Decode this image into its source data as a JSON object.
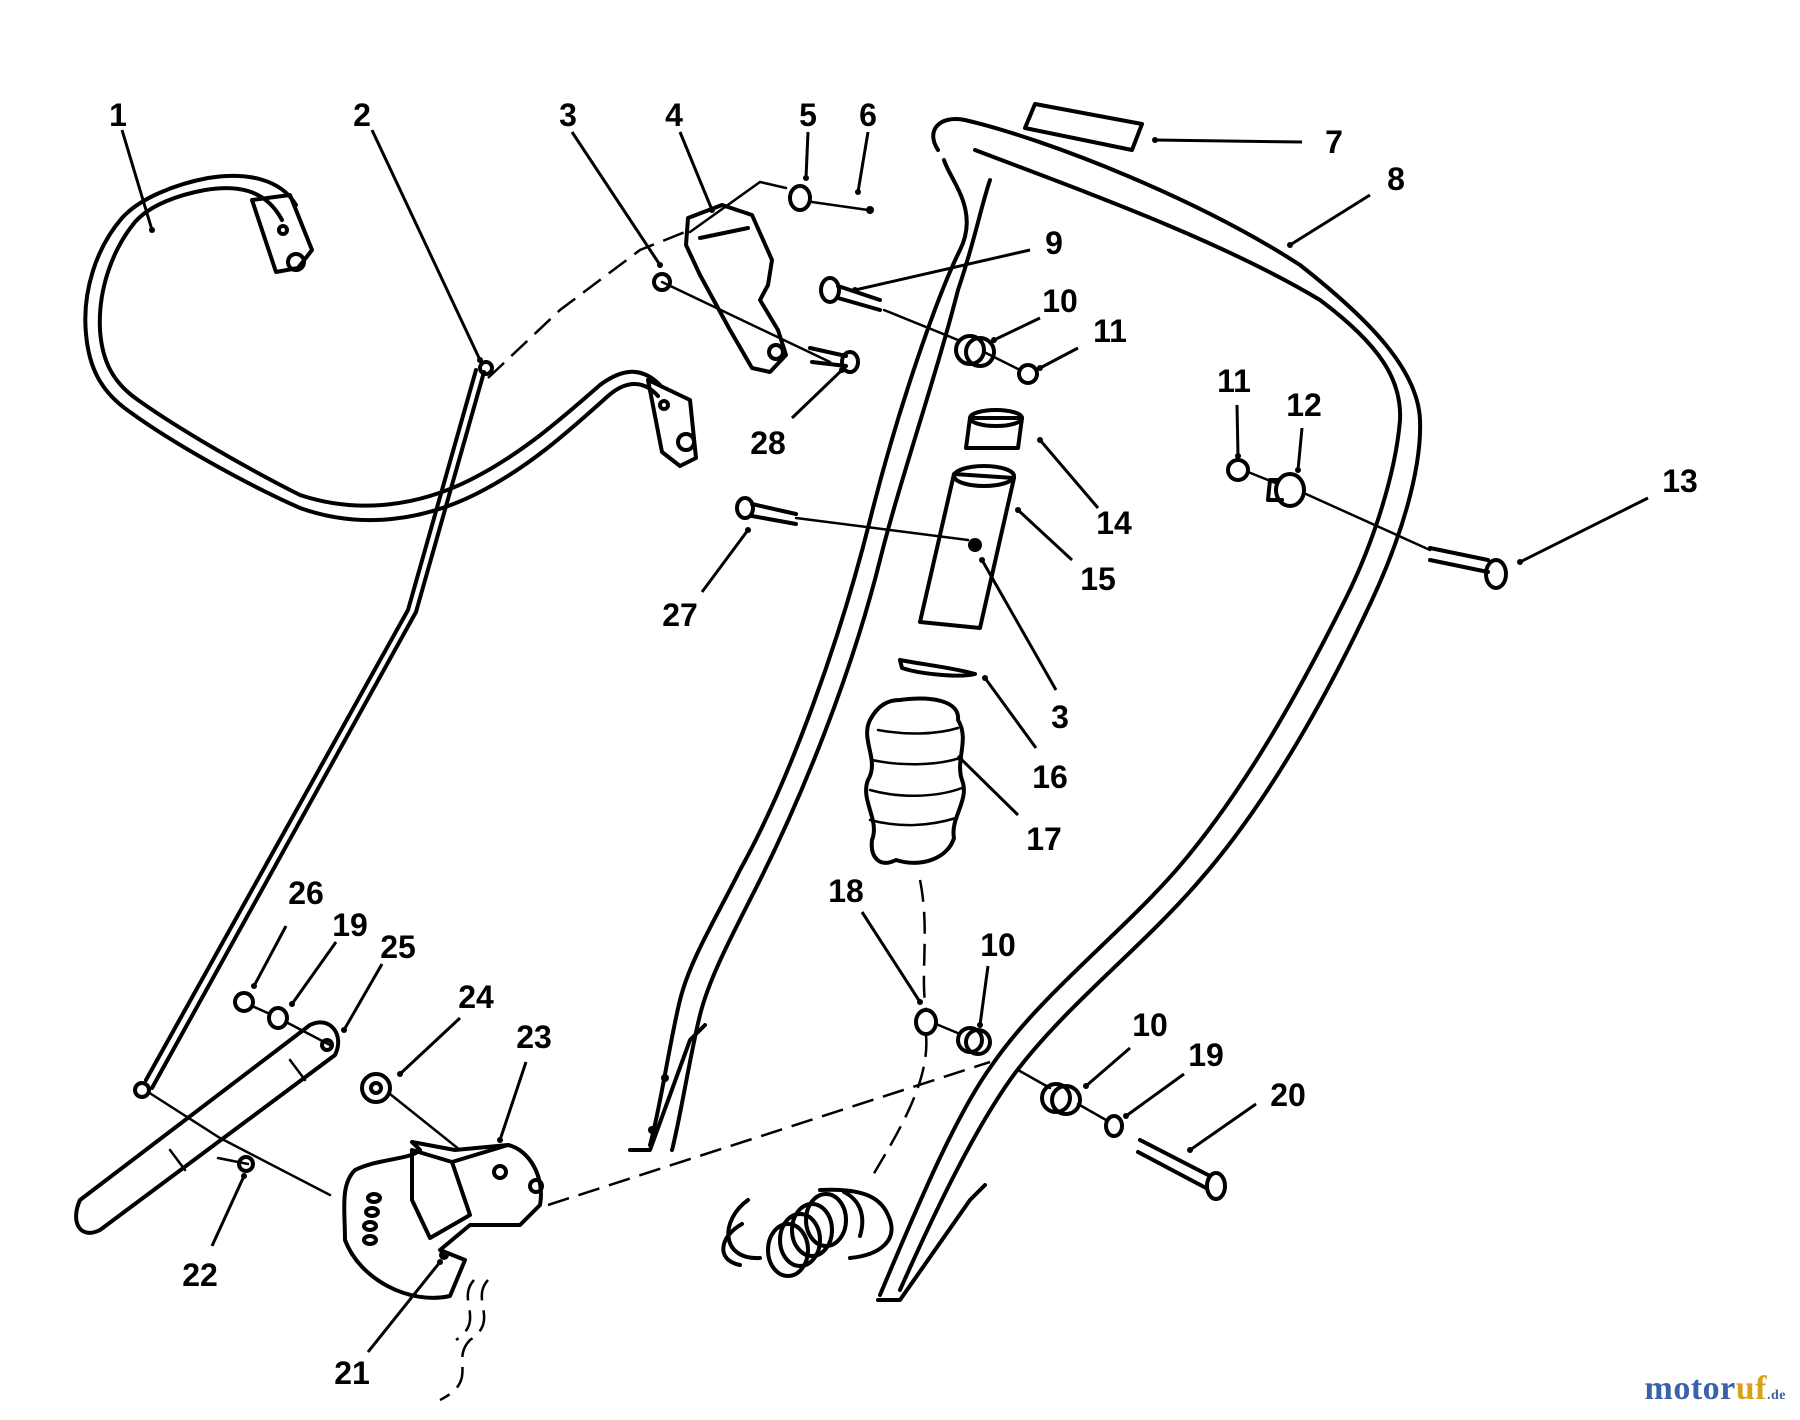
{
  "callouts": [
    {
      "id": "c1",
      "text": "1"
    },
    {
      "id": "c2",
      "text": "2"
    },
    {
      "id": "c3a",
      "text": "3"
    },
    {
      "id": "c4",
      "text": "4"
    },
    {
      "id": "c5",
      "text": "5"
    },
    {
      "id": "c6",
      "text": "6"
    },
    {
      "id": "c7",
      "text": "7"
    },
    {
      "id": "c8",
      "text": "8"
    },
    {
      "id": "c9",
      "text": "9"
    },
    {
      "id": "c10a",
      "text": "10"
    },
    {
      "id": "c11a",
      "text": "11"
    },
    {
      "id": "c11b",
      "text": "11"
    },
    {
      "id": "c12",
      "text": "12"
    },
    {
      "id": "c13",
      "text": "13"
    },
    {
      "id": "c14",
      "text": "14"
    },
    {
      "id": "c15",
      "text": "15"
    },
    {
      "id": "c3b",
      "text": "3"
    },
    {
      "id": "c16",
      "text": "16"
    },
    {
      "id": "c17",
      "text": "17"
    },
    {
      "id": "c27",
      "text": "27"
    },
    {
      "id": "c28",
      "text": "28"
    },
    {
      "id": "c18",
      "text": "18"
    },
    {
      "id": "c10b",
      "text": "10"
    },
    {
      "id": "c10c",
      "text": "10"
    },
    {
      "id": "c19a",
      "text": "19"
    },
    {
      "id": "c20",
      "text": "20"
    },
    {
      "id": "c26",
      "text": "26"
    },
    {
      "id": "c19b",
      "text": "19"
    },
    {
      "id": "c25",
      "text": "25"
    },
    {
      "id": "c24",
      "text": "24"
    },
    {
      "id": "c23",
      "text": "23"
    },
    {
      "id": "c22",
      "text": "22"
    },
    {
      "id": "c21",
      "text": "21"
    }
  ],
  "watermark": {
    "part1": "motor",
    "part2": "uf",
    "part3": ".de"
  }
}
